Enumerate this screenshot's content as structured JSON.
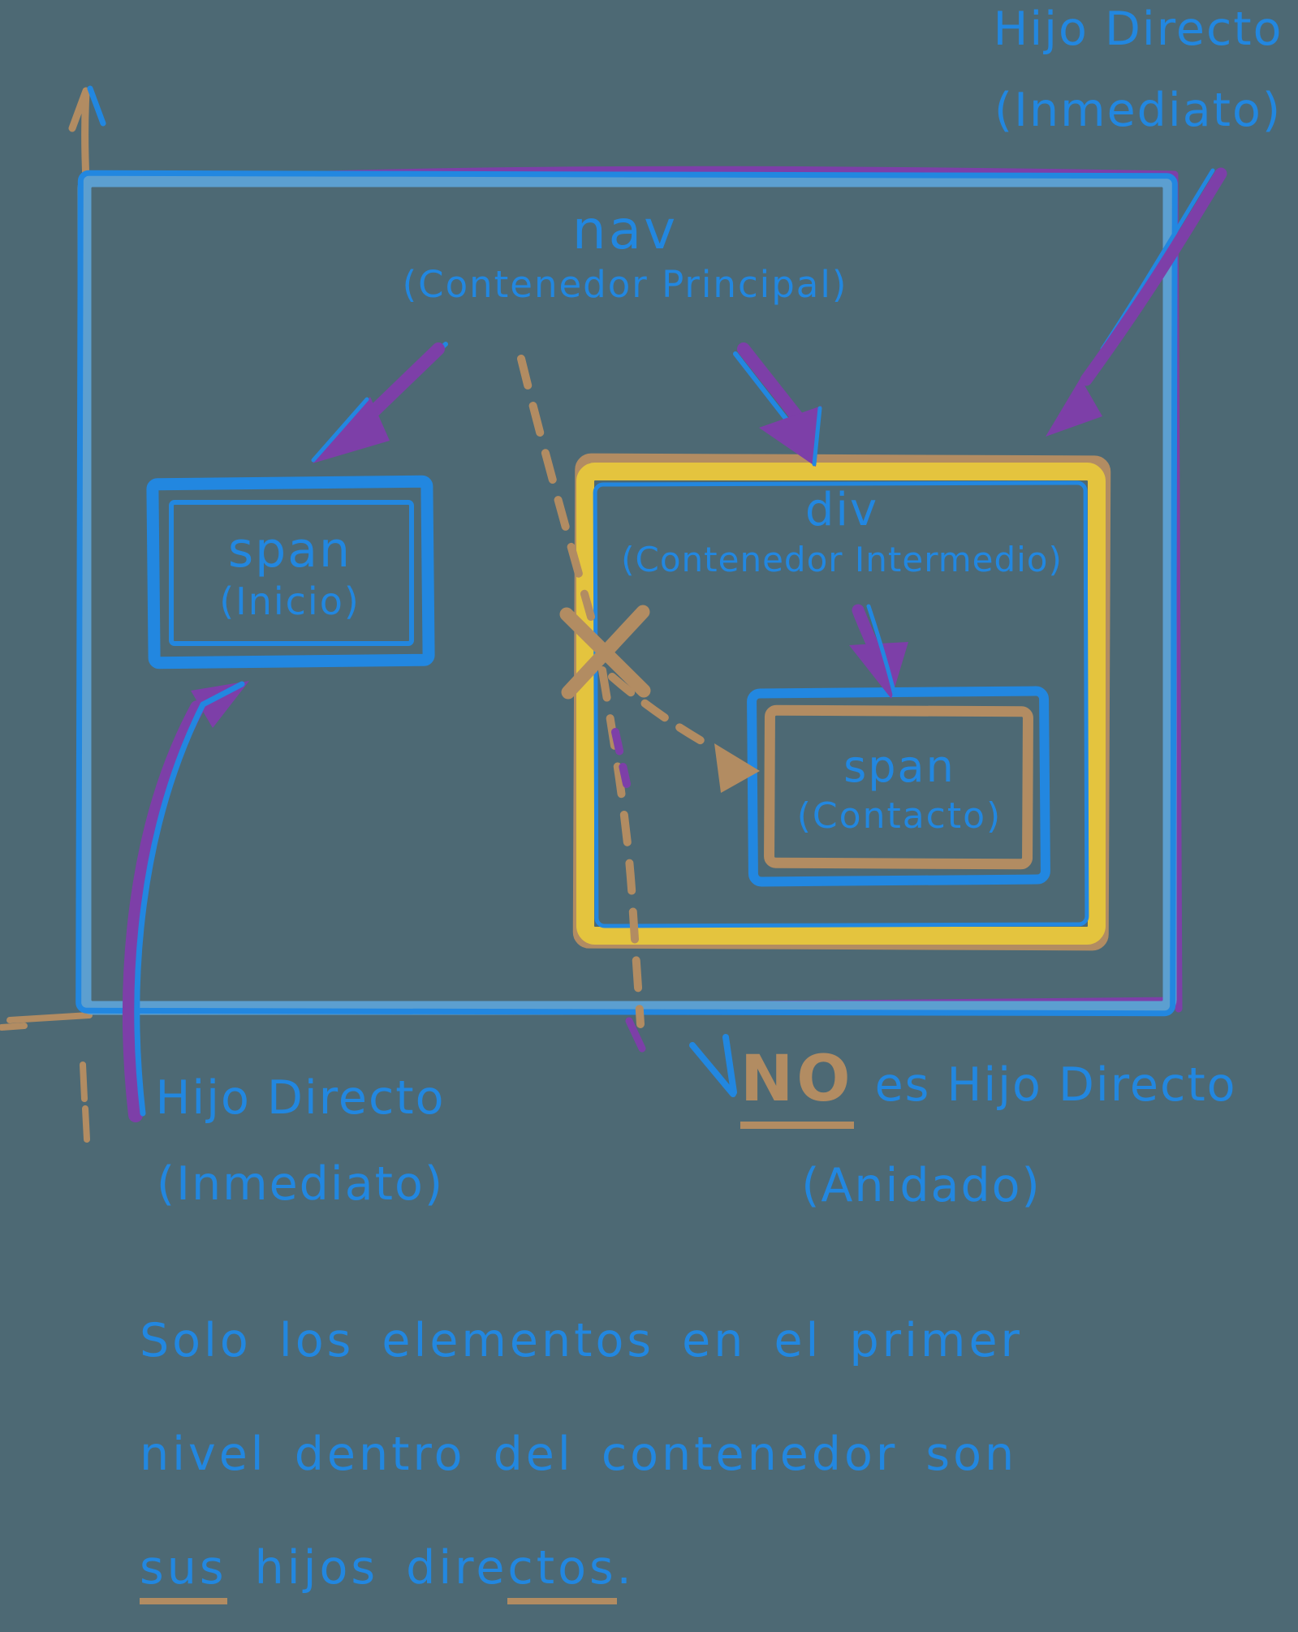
{
  "colors": {
    "background": "#4D6974",
    "blue": "#2287E0",
    "light_blue": "#5C9FD0",
    "purple": "#7D3FA8",
    "tan": "#B28C62",
    "yellow": "#E4C43E"
  },
  "top_right_label": {
    "line1": "Hijo Directo",
    "line2": "(Inmediato)"
  },
  "nav_box": {
    "tag": "nav",
    "subtitle": "(Contenedor Principal)"
  },
  "inicio_box": {
    "tag": "span",
    "subtitle": "(Inicio)"
  },
  "intermedio_box": {
    "tag": "div",
    "subtitle": "(Contenedor Intermedio)"
  },
  "contacto_box": {
    "tag": "span",
    "subtitle": "(Contacto)"
  },
  "bottom_left_label": {
    "line1": "Hijo Directo",
    "line2": "(Inmediato)"
  },
  "nested_label": {
    "no": "NO",
    "rest": "es Hijo Directo",
    "line2": "(Anidado)"
  },
  "caption": {
    "line1": "Solo los elementos en el primer",
    "line2": "nivel dentro del contenedor son",
    "line3_u1": "sus",
    "line3_mid": " hijos dire",
    "line3_u2": "ctos",
    "line3_end": "."
  }
}
